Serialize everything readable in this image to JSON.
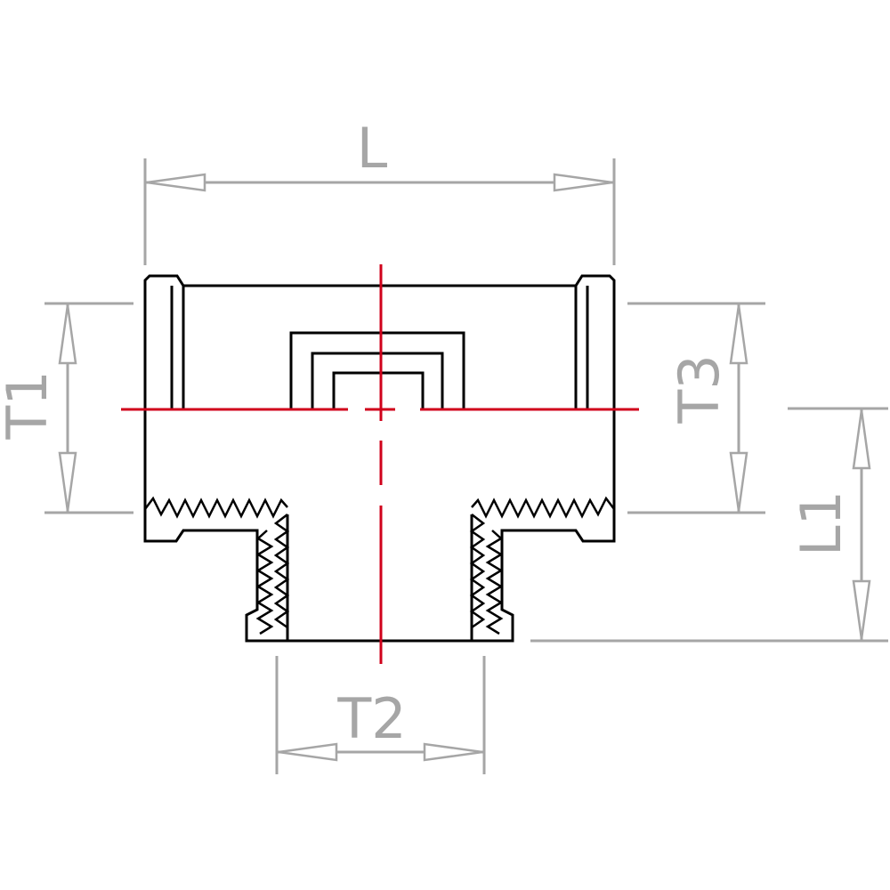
{
  "dimensions": {
    "L": "L",
    "T1": "T1",
    "T2": "T2",
    "T3": "T3",
    "L1": "L1"
  },
  "colors": {
    "outline": "#000000",
    "centerline": "#d0021b",
    "dimension": "#a6a6a6"
  }
}
